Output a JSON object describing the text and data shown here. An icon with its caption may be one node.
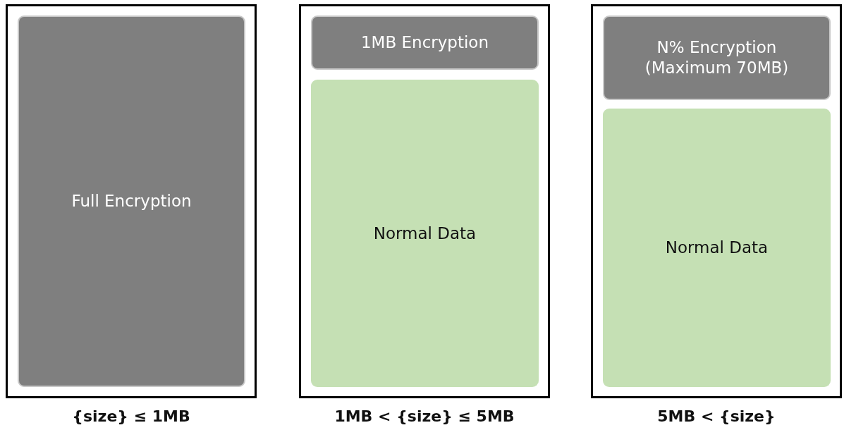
{
  "diagram": {
    "nodes": [
      {
        "text": [],
        "shape": "box",
        "beside": [
          "{size} ≤ 1MB"
        ]
      },
      {
        "text": [
          "Full Encryption"
        ],
        "in": 0
      },
      {
        "text": [],
        "shape": "box",
        "beside": [
          "1MB < {size} ≤ 5MB"
        ]
      },
      {
        "text": [
          "1MB Encryption"
        ],
        "in": 2
      },
      {
        "text": [
          "Normal Data"
        ],
        "in": 2
      },
      {
        "text": [],
        "shape": "box",
        "beside": [
          "5MB < {size}"
        ]
      },
      {
        "text": [
          "N% Encryption (Maximum 70MB)"
        ],
        "in": 5
      },
      {
        "text": [
          "Normal Data"
        ],
        "in": 5
      }
    ]
  }
}
